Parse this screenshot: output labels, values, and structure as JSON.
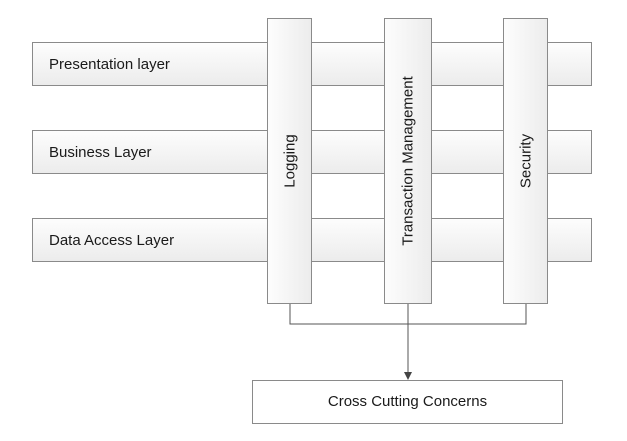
{
  "layers": [
    {
      "label": "Presentation layer"
    },
    {
      "label": "Business Layer"
    },
    {
      "label": "Data Access Layer"
    }
  ],
  "concerns": [
    {
      "label": "Logging"
    },
    {
      "label": "Transaction Management"
    },
    {
      "label": "Security"
    }
  ],
  "target": {
    "label": "Cross Cutting Concerns"
  }
}
